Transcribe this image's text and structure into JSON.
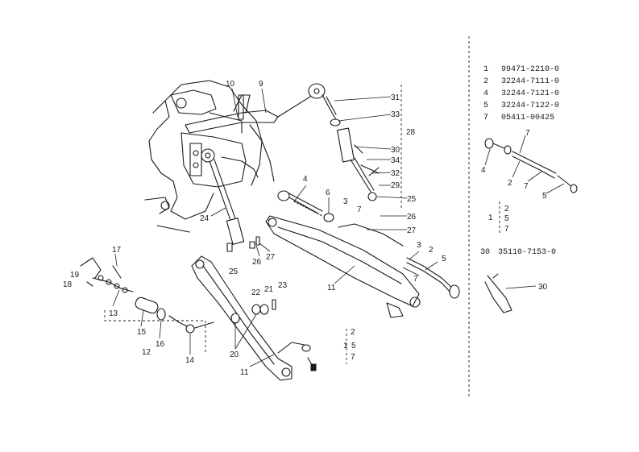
{
  "diagram": {
    "callouts_main": {
      "c10": "10",
      "c9": "9",
      "c31": "31",
      "c33": "33",
      "c28": "28",
      "c30": "30",
      "c34": "34",
      "c32": "32",
      "c29": "29",
      "c25a": "25",
      "c4": "4",
      "c6": "6",
      "c3a": "3",
      "c7a": "7",
      "c26a": "26",
      "c27a": "27",
      "c3b": "3",
      "c2": "2",
      "c5": "5",
      "c7b": "7",
      "c11a": "11",
      "c24": "24",
      "c25b": "25",
      "c26b": "26",
      "c27b": "27",
      "c17": "17",
      "c19": "19",
      "c18": "18",
      "c13": "13",
      "c15": "15",
      "c16": "16",
      "c14": "14",
      "c12": "12",
      "c20": "20",
      "c22": "22",
      "c21": "21",
      "c23": "23",
      "c11b": "11",
      "g2": "2",
      "g1": "1",
      "g5": "5",
      "g7": "7"
    },
    "parts_list": [
      {
        "ref": "1",
        "part": "99471-2210-0"
      },
      {
        "ref": "2",
        "part": "32244-7111-0"
      },
      {
        "ref": "4",
        "part": "32244-7121-0"
      },
      {
        "ref": "5",
        "part": "32244-7122-0"
      },
      {
        "ref": "7",
        "part": "05411-00425"
      }
    ],
    "side_callouts": {
      "s7": "7",
      "s4": "4",
      "s2": "2",
      "s7b": "7",
      "s5": "5",
      "k1": "1",
      "k2": "2",
      "k5": "5",
      "k7": "7"
    },
    "part30": {
      "ref": "30",
      "part": "35110-7153-0",
      "callout": "30"
    }
  }
}
